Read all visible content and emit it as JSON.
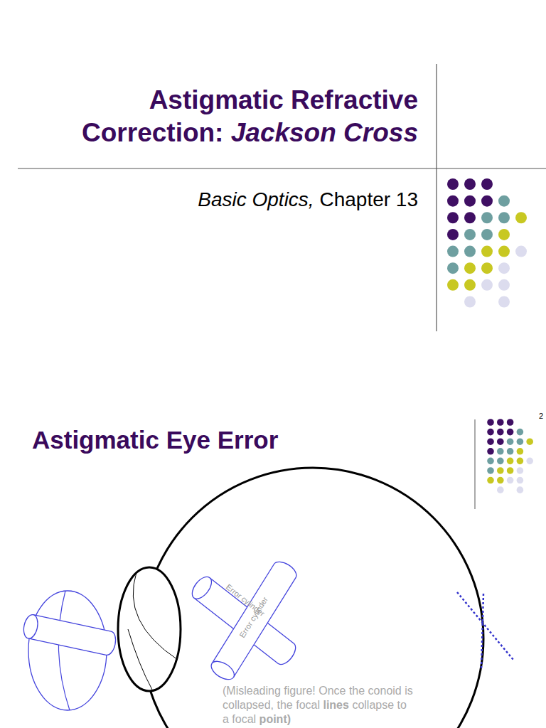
{
  "diagram": {
    "title": "Astigmatic Refractive Correction: Jackson Cross",
    "labels": [
      "Basic Optics, Chapter 13",
      "2",
      "Astigmatic Eye Error",
      "Error cylinder",
      "Error cylinder",
      "(Misleading figure! Once the conoid is collapsed, the focal lines collapse to a focal point)"
    ]
  }
}
